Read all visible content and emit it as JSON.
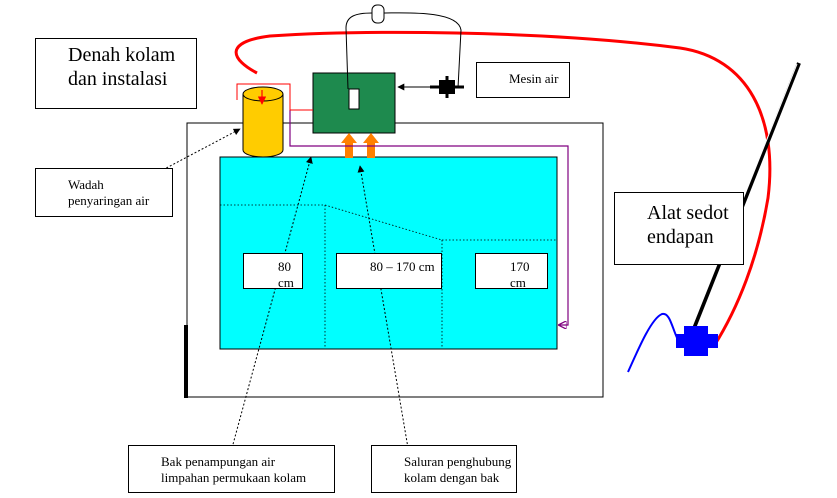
{
  "title": {
    "line1": "Denah kolam",
    "line2": "dan instalasi"
  },
  "labels": {
    "filter": {
      "line1": "Wadah",
      "line2": "penyaringan air"
    },
    "pump": "Mesin air",
    "sedot": {
      "line1": "Alat sedot",
      "line2": "endapan"
    },
    "bak": {
      "line1": "Bak penampungan air",
      "line2": "limpahan permukaan kolam"
    },
    "saluran": {
      "line1": "Saluran penghubung",
      "line2": "kolam dengan bak"
    }
  },
  "depths": {
    "shallow": "80 cm",
    "middle": "80 – 170 cm",
    "deep": "170 cm"
  },
  "colors": {
    "pond_water": "#00ffff",
    "overflow_tank": "#1e8a4e",
    "filter_container": "#ffcc00",
    "red_pipe": "#ff0000",
    "purple_pipe": "#800080",
    "flow_arrows": "#ff8000",
    "vacuum_hose": "#0000ff"
  }
}
